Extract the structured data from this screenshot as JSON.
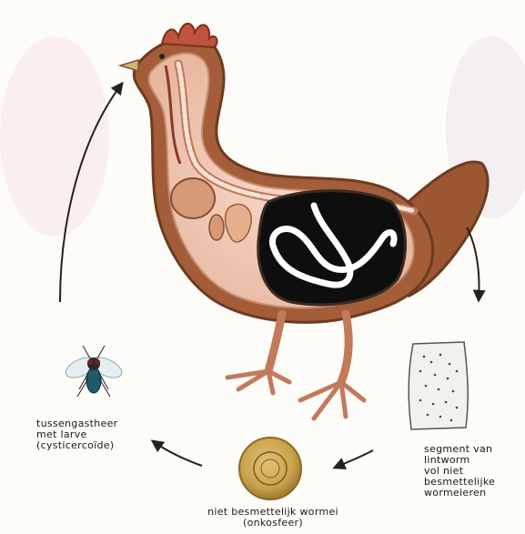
{
  "diagram": {
    "labels": {
      "intermediate_host": [
        "tussengastheer",
        "met larve",
        "(cysticercoïde)"
      ],
      "segment": [
        "segment van",
        "lintworm",
        "vol niet",
        "besmettelijke",
        "wormeieren"
      ],
      "egg": [
        "niet besmettelijk wormei",
        "(onkosfeer)"
      ]
    },
    "icons": {
      "host": "chicken-cutaway-icon",
      "fly": "fly-icon",
      "segment": "tapeworm-segment-icon",
      "egg": "oncosphere-egg-icon"
    },
    "colors": {
      "chicken_outline": "#8b4a2c",
      "chicken_body": "#f1c9b5",
      "intestine": "#111111",
      "worm": "#ffffff",
      "egg": "#c9a24a",
      "arrows": "#222222"
    }
  }
}
